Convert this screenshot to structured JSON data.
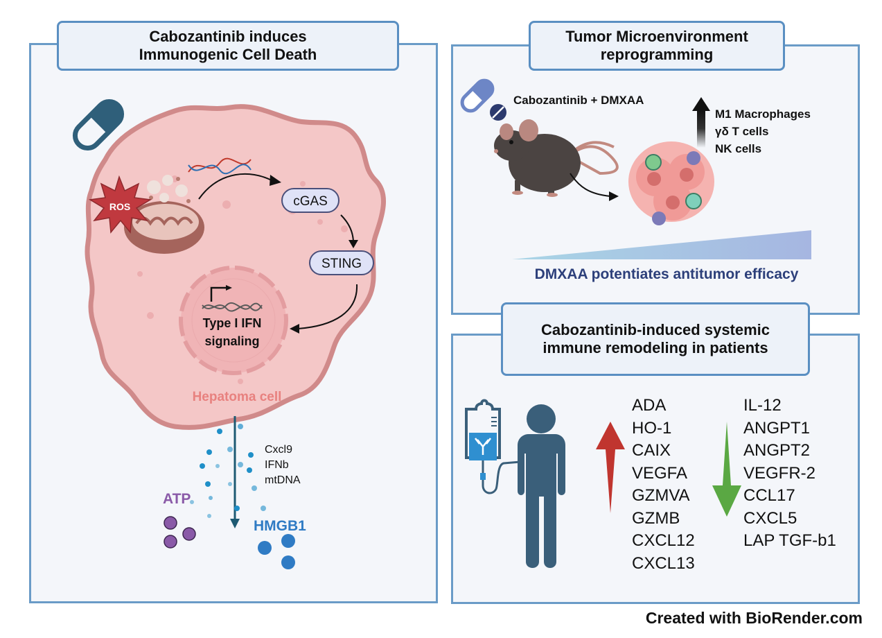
{
  "panels": {
    "icd": {
      "title": "Cabozantinib induces Immunogenic Cell Death",
      "title_lines": [
        "Cabozantinib induces",
        "Immunogenic Cell Death"
      ],
      "ros_label": "ROS",
      "cgas_label": "cGAS",
      "sting_label": "STING",
      "nucleus_label_lines": [
        "Type I IFN",
        "signaling"
      ],
      "cell_label": "Hepatoma cell",
      "released_factors": [
        "Cxcl9",
        "IFNb",
        "mtDNA"
      ],
      "atp_label": "ATP",
      "hmgb1_label": "HMGB1",
      "icons": [
        "capsule-icon",
        "dna-icon",
        "mitochondrion-icon",
        "ros-burst-icon",
        "nucleus-icon",
        "transcription-arrow-icon"
      ]
    },
    "tme": {
      "title_lines": [
        "Tumor Microenvironment",
        "reprogramming"
      ],
      "treatment_label": "Cabozantinib + DMXAA",
      "increased_cells": [
        "M1 Macrophages",
        "γδ T cells",
        "NK cells"
      ],
      "efficacy_label": "DMXAA potentiates antitumor efficacy",
      "icons": [
        "capsule-icon",
        "tablet-icon",
        "mouse-icon",
        "tumor-icon",
        "up-arrow-icon",
        "gradient-wedge-icon"
      ]
    },
    "systemic": {
      "title_lines": [
        "Cabozantinib-induced systemic",
        "immune remodeling in patients"
      ],
      "upregulated": [
        "ADA",
        "HO-1",
        "CAIX",
        "VEGFA",
        "GZMVA",
        "GZMB",
        "CXCL12",
        "CXCL13"
      ],
      "downregulated": [
        "IL-12",
        "ANGPT1",
        "ANGPT2",
        "VEGFR-2",
        "CCL17",
        "CXCL5",
        "LAP TGF-b1"
      ],
      "icons": [
        "iv-bag-icon",
        "antibody-icon",
        "patient-icon",
        "red-up-arrow-icon",
        "green-down-arrow-icon"
      ]
    }
  },
  "footer": "Created with BioRender.com",
  "colors": {
    "panel_border": "#6a9bc7",
    "panel_bg": "#f4f6fa",
    "cell_fill": "#f4c7c7",
    "cell_border": "#d08a8a",
    "capsule": "#2f5f7a",
    "ros": "#c0393f",
    "atp": "#8a5aa8",
    "hmgb1": "#2f7bc4",
    "efficacy_text": "#2c3f7a",
    "up_arrow": "#c0352f",
    "down_arrow": "#5aa843",
    "patient": "#3a5f7a"
  }
}
